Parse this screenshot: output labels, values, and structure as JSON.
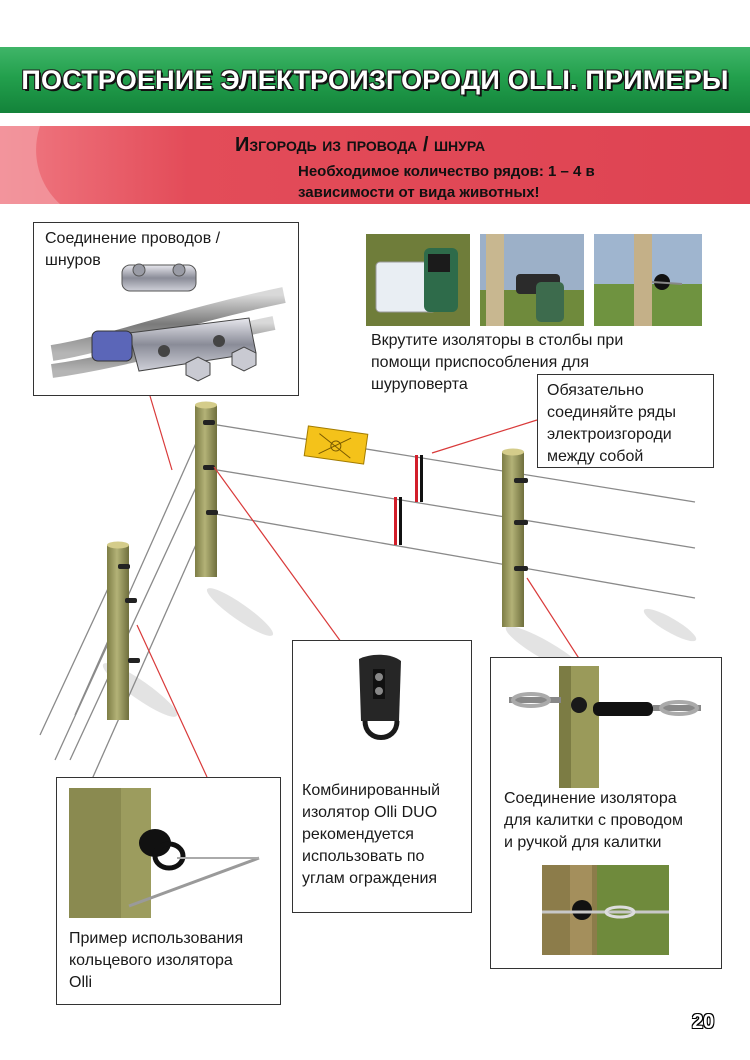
{
  "header": {
    "title": "ПОСТРОЕНИЕ ЭЛЕКТРОИЗГОРОДИ OLLI. ПРИМЕРЫ"
  },
  "subheader": {
    "title": "Изгородь из провода / шнура",
    "note_line1": "Необходимое количество рядов: 1 – 4 в",
    "note_line2": "зависимости от вида животных!"
  },
  "callouts": {
    "wire_connection": {
      "line1": "Соединение проводов /",
      "line2": "шнуров"
    },
    "screw_insulators": {
      "line1": "Вкрутите изоляторы в столбы  при",
      "line2": "помощи приспособления для",
      "line3": "шуруповерта"
    },
    "connect_rows": {
      "line1": "Обязательно",
      "line2": "соединяйте ряды",
      "line3": "электроизгороди",
      "line4": "между собой"
    },
    "duo_insulator": {
      "line1": "Комбинированный",
      "line2": "изолятор Olli DUO",
      "line3": "рекомендуется",
      "line4": "использовать по",
      "line5": "углам ограждения"
    },
    "gate_insulator": {
      "line1": "Соединение изолятора",
      "line2": "для калитки с проводом",
      "line3": "и ручкой для калитки"
    },
    "ring_insulator": {
      "line1": "Пример использования",
      "line2": "кольцевого изолятора",
      "line3": "Olli"
    }
  },
  "page_number": "20",
  "colors": {
    "header_green": "#1f9a47",
    "subheader_red": "#e24a57",
    "post": "#9a9a5c",
    "callout_line": "#d93a3a"
  }
}
